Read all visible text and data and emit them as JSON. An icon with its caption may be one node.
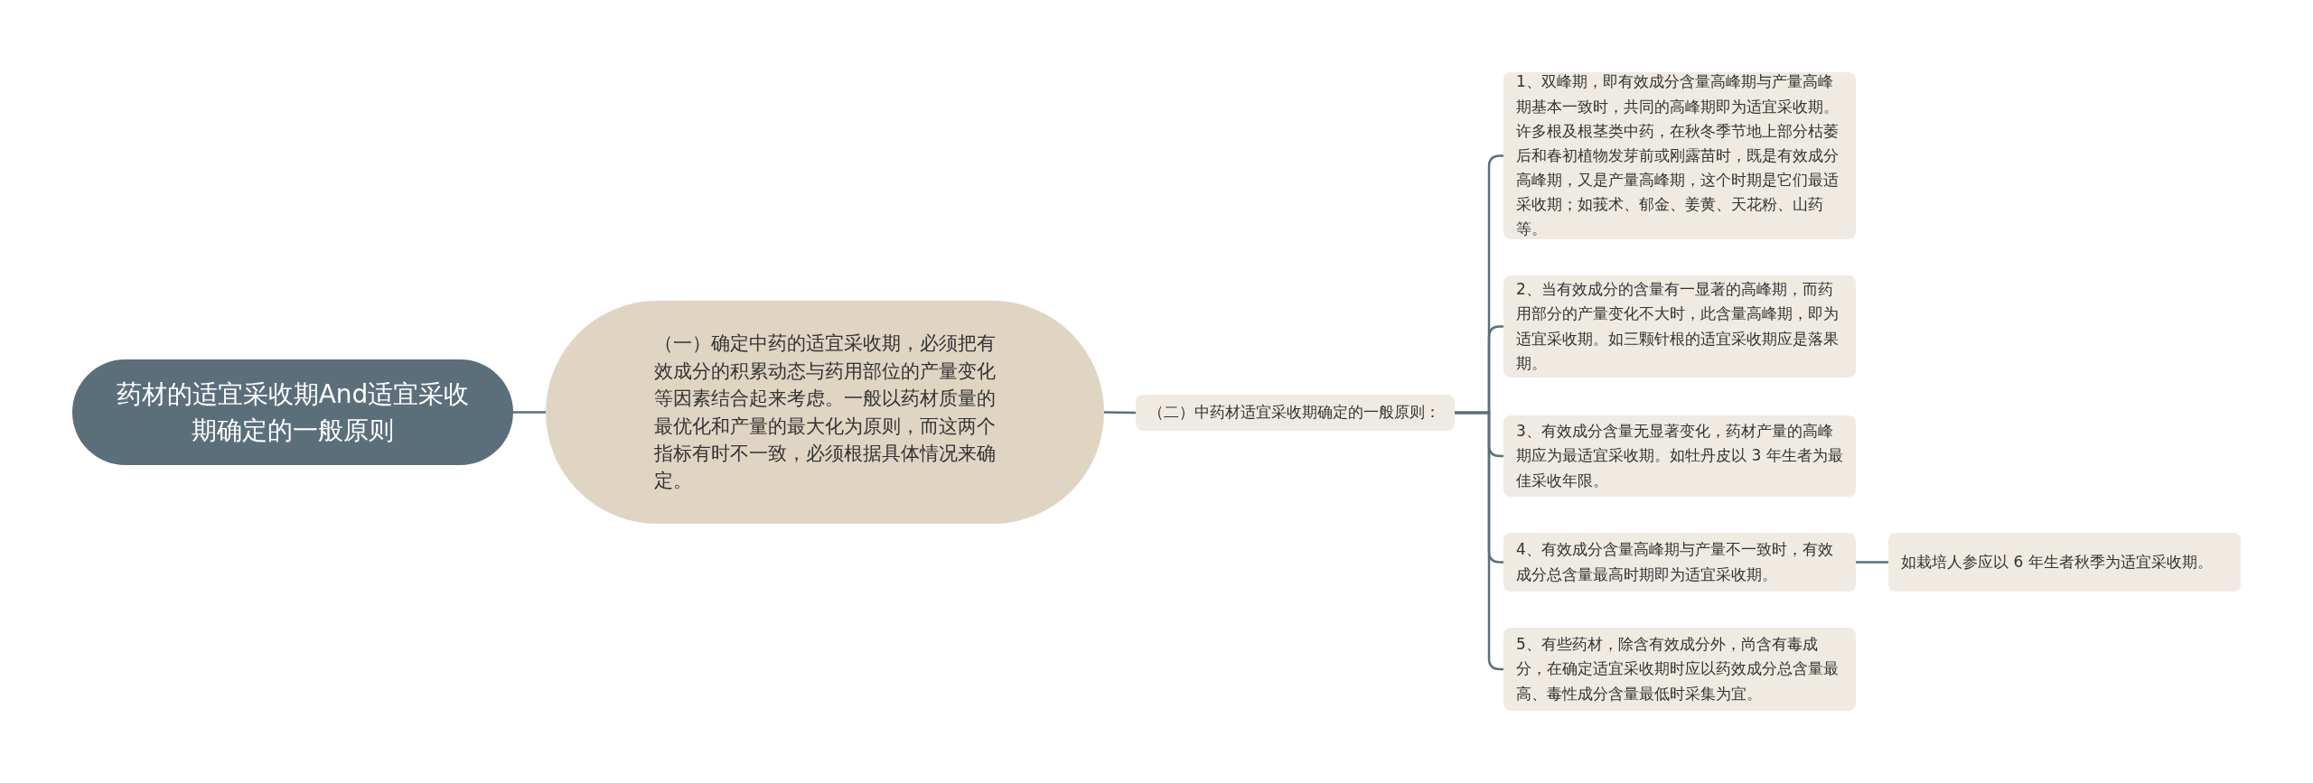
{
  "diagram": {
    "nodes": [
      {
        "text": [
          "药材的适宜采收期And适宜采收期确定的一般原则"
        ]
      },
      {
        "text": [
          "（一）确定中药的适宜采收期，必须把有效成分的积累动态与药用部位的产量变化等因素结合起来考虑。一般以药材质量的最优化和产量的最大化为原则，而这两个指标有时不一致，必须根据具体情况来确定。"
        ]
      },
      {
        "text": [
          "（二）中药材适宜采收期确定的一般原则："
        ]
      },
      {
        "text": [
          "1、双峰期，即有效成分含量高峰期与产量高峰期基本一致时，共同的高峰期即为适宜采收期。许多根及根茎类中药，在秋冬季节地上部分枯萎后和春初植物发芽前或刚露苗时，既是有效成分高峰期，又是产量高峰期，这个时期是它们最适采收期；如莪术、郁金、姜黄、天花粉、山药等。"
        ]
      },
      {
        "text": [
          "2、当有效成分的含量有一显著的高峰期，而药用部分的产量变化不大时，此含量高峰期，即为适宜采收期。如三颗针根的适宜采收期应是落果期。"
        ]
      },
      {
        "text": [
          "3、有效成分含量无显著变化，药材产量的高峰期应为最适宜采收期。如牡丹皮以 3 年生者为最佳采收年限。"
        ]
      },
      {
        "text": [
          "4、有效成分含量高峰期与产量不一致时，有效成分总含量最高时期即为适宜采收期。"
        ]
      },
      {
        "text": [
          "5、有些药材，除含有效成分外，尚含有毒成分，在确定适宜采收期时应以药效成分总含量最高、毒性成分含量最低时采集为宜。"
        ]
      },
      {
        "text": [
          "如栽培人参应以 6 年生者秋季为适宜采收期。"
        ]
      }
    ],
    "edges": [
      {
        "from": 0,
        "to": 1,
        "arrow": "none"
      },
      {
        "from": 1,
        "to": 2,
        "arrow": "none"
      },
      {
        "from": 2,
        "to": 3,
        "arrow": "none"
      },
      {
        "from": 2,
        "to": 4,
        "arrow": "none"
      },
      {
        "from": 2,
        "to": 5,
        "arrow": "none"
      },
      {
        "from": 2,
        "to": 6,
        "arrow": "none"
      },
      {
        "from": 2,
        "to": 7,
        "arrow": "none"
      },
      {
        "from": 6,
        "to": 8,
        "arrow": "none"
      }
    ]
  }
}
